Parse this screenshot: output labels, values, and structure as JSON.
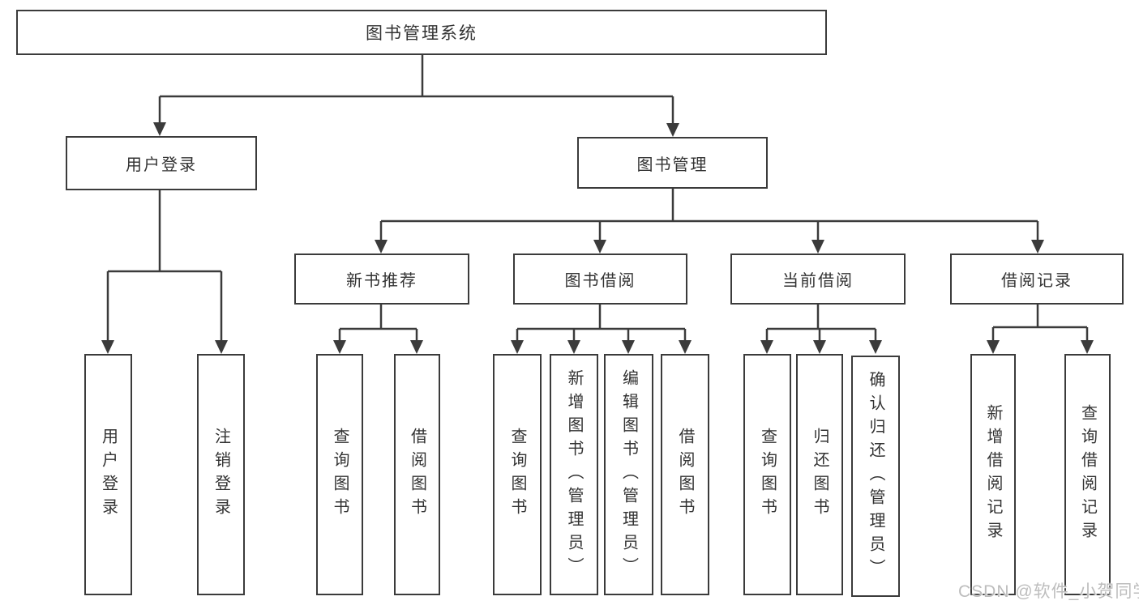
{
  "diagram": {
    "root": {
      "label": "图书管理系统"
    },
    "level2": [
      {
        "label": "用户登录",
        "children": [
          "用户登录",
          "注销登录"
        ]
      },
      {
        "label": "图书管理",
        "groups": [
          {
            "label": "新书推荐",
            "children": [
              "查询图书",
              "借阅图书"
            ]
          },
          {
            "label": "图书借阅",
            "children": [
              "查询图书",
              "新增图书（管理员）",
              "编辑图书（管理员）",
              "借阅图书"
            ]
          },
          {
            "label": "当前借阅",
            "children": [
              "查询图书",
              "归还图书",
              "确认归还（管理员）"
            ]
          },
          {
            "label": "借阅记录",
            "children": [
              "新增借阅记录",
              "查询借阅记录"
            ]
          }
        ]
      }
    ],
    "watermark": "CSDN @软件_小贺同学"
  },
  "colors": {
    "line": "#3b3b3b",
    "box_border": "#3b3b3b",
    "box_fill": "#ffffff",
    "text": "#333333",
    "watermark_text": "#bdbdbd"
  }
}
